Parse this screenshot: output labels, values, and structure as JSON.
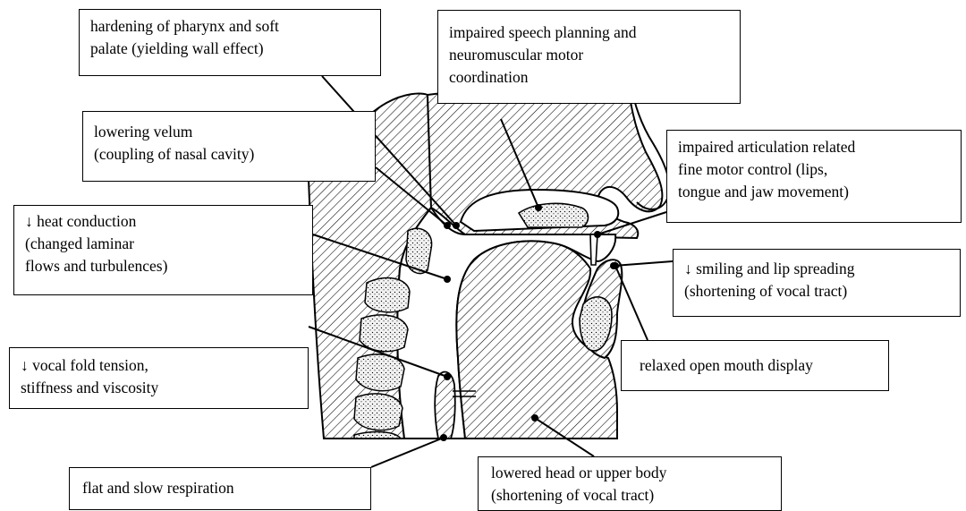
{
  "diagram": {
    "colors": {
      "ink": "#000000",
      "background": "#ffffff",
      "bone_fill": "#efefef"
    },
    "illustration_icon": "vocal-tract-sagittal-section",
    "labels": {
      "pharynx": [
        "hardening of pharynx and soft",
        "palate (yielding wall effect)"
      ],
      "speech_planning": [
        "impaired speech planning and",
        "neuromuscular motor",
        "coordination"
      ],
      "velum": [
        "lowering velum",
        "(coupling of nasal cavity)"
      ],
      "articulation": [
        "impaired articulation related",
        "fine motor control (lips,",
        "tongue and jaw movement)"
      ],
      "heat": [
        "↓ heat conduction",
        "(changed laminar",
        "flows and turbulences)"
      ],
      "smiling": [
        "↓ smiling and lip spreading",
        "(shortening of vocal tract)"
      ],
      "mouth": [
        "relaxed open mouth display"
      ],
      "vocal_fold": [
        "↓ vocal fold tension,",
        "stiffness and viscosity"
      ],
      "respiration": [
        "flat and slow respiration"
      ],
      "head": [
        "lowered head or upper body",
        "(shortening of vocal tract)"
      ]
    }
  }
}
